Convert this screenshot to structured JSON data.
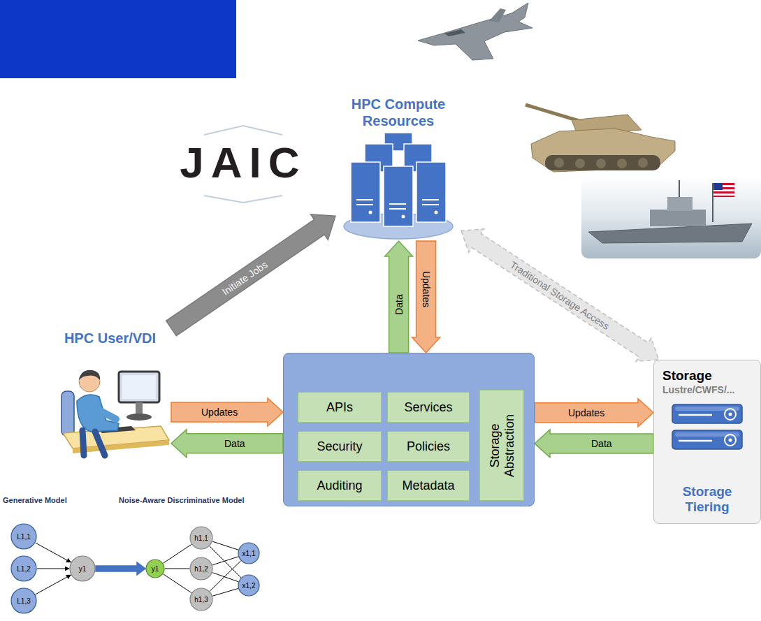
{
  "diagram": {
    "nodes": [
      {
        "text": [
          "HPC Compute Resources"
        ]
      },
      {
        "text": [
          "HPC User/VDI"
        ]
      },
      {
        "text": []
      },
      {
        "text": [
          "APIs"
        ],
        "in": 2
      },
      {
        "text": [
          "Services"
        ],
        "in": 2
      },
      {
        "text": [
          "Security"
        ],
        "in": 2
      },
      {
        "text": [
          "Policies"
        ],
        "in": 2
      },
      {
        "text": [
          "Auditing"
        ],
        "in": 2
      },
      {
        "text": [
          "Metadata"
        ],
        "in": 2
      },
      {
        "text": [
          "Storage Abstraction"
        ],
        "in": 2
      },
      {
        "text": [
          "Storage",
          "Lustre/CWFS/...",
          "Storage Tiering"
        ]
      },
      {
        "text": [
          "L1,1"
        ]
      },
      {
        "text": [
          "L1,2"
        ]
      },
      {
        "text": [
          "L1,3"
        ]
      },
      {
        "text": [
          "y1"
        ]
      },
      {
        "text": [
          "y1"
        ]
      },
      {
        "text": [
          "h1,1"
        ]
      },
      {
        "text": [
          "h1,2"
        ]
      },
      {
        "text": [
          "h1,3"
        ]
      },
      {
        "text": [
          "x1,1"
        ]
      },
      {
        "text": [
          "x1,2"
        ]
      }
    ],
    "edges": [
      {
        "from": 1,
        "to": 0,
        "arrow": "to",
        "label": "Initiate Jobs"
      },
      {
        "from": 2,
        "to": 0,
        "arrow": "to",
        "label": "Data"
      },
      {
        "from": 0,
        "to": 2,
        "arrow": "to",
        "label": "Updates"
      },
      {
        "from": 1,
        "to": 2,
        "arrow": "to",
        "label": "Updates"
      },
      {
        "from": 2,
        "to": 1,
        "arrow": "to",
        "label": "Data"
      },
      {
        "from": 2,
        "to": 10,
        "arrow": "to",
        "label": "Updates"
      },
      {
        "from": 10,
        "to": 2,
        "arrow": "to",
        "label": "Data"
      },
      {
        "from": 0,
        "to": 10,
        "arrow": "both",
        "label": "Traditional Storage Access"
      },
      {
        "from": 11,
        "to": 14,
        "arrow": "to"
      },
      {
        "from": 12,
        "to": 14,
        "arrow": "to"
      },
      {
        "from": 13,
        "to": 14,
        "arrow": "to"
      },
      {
        "from": 14,
        "to": 15,
        "arrow": "to"
      },
      {
        "from": 15,
        "to": 16,
        "arrow": "none"
      },
      {
        "from": 15,
        "to": 17,
        "arrow": "none"
      },
      {
        "from": 15,
        "to": 18,
        "arrow": "none"
      },
      {
        "from": 16,
        "to": 19,
        "arrow": "none"
      },
      {
        "from": 16,
        "to": 20,
        "arrow": "none"
      },
      {
        "from": 17,
        "to": 19,
        "arrow": "none"
      },
      {
        "from": 17,
        "to": 20,
        "arrow": "none"
      },
      {
        "from": 18,
        "to": 19,
        "arrow": "none"
      },
      {
        "from": 18,
        "to": 20,
        "arrow": "none"
      }
    ],
    "labels": [
      "JAIC",
      "Generative Model",
      "Noise-Aware Discriminative Model"
    ]
  }
}
